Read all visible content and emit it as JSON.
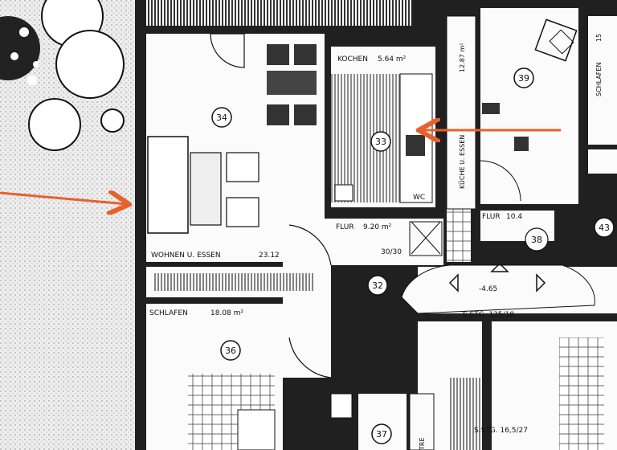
{
  "rooms": {
    "wohnen": {
      "label": "WOHNEN U. ESSEN",
      "area": "23.12",
      "number": "34"
    },
    "kochen": {
      "label": "KOCHEN",
      "area": "5.64 m²",
      "number": "33"
    },
    "flur_left": {
      "label": "FLUR",
      "area": "9.20 m²",
      "number": "32"
    },
    "schlafen": {
      "label": "SCHLAFEN",
      "area": "18.08 m²",
      "number": "36"
    },
    "flur_right": {
      "label": "FLUR",
      "area": "10.4",
      "number": "38"
    },
    "kueche_right": {
      "label": "KÜCHE U. ESSEN",
      "area": "12.87 m²",
      "number": "39"
    },
    "schlafen_right": {
      "label": "SCHLAFEN",
      "area": "15"
    },
    "stair": {
      "level": "-4.65",
      "label": "S.STG. 125/18"
    },
    "bottom_right": {
      "label": "S.STG. 16,5/27"
    },
    "bottom_small": {
      "number": "37",
      "label": "TRE"
    },
    "misc_number": "43",
    "door_marker": "30/30",
    "wc_label": "WC"
  },
  "colors": {
    "arrow": "#e8602c",
    "wall": "#1a1a1a"
  },
  "arrows": [
    "arrow-pointing-left-right",
    "arrow-pointing-right-left"
  ]
}
